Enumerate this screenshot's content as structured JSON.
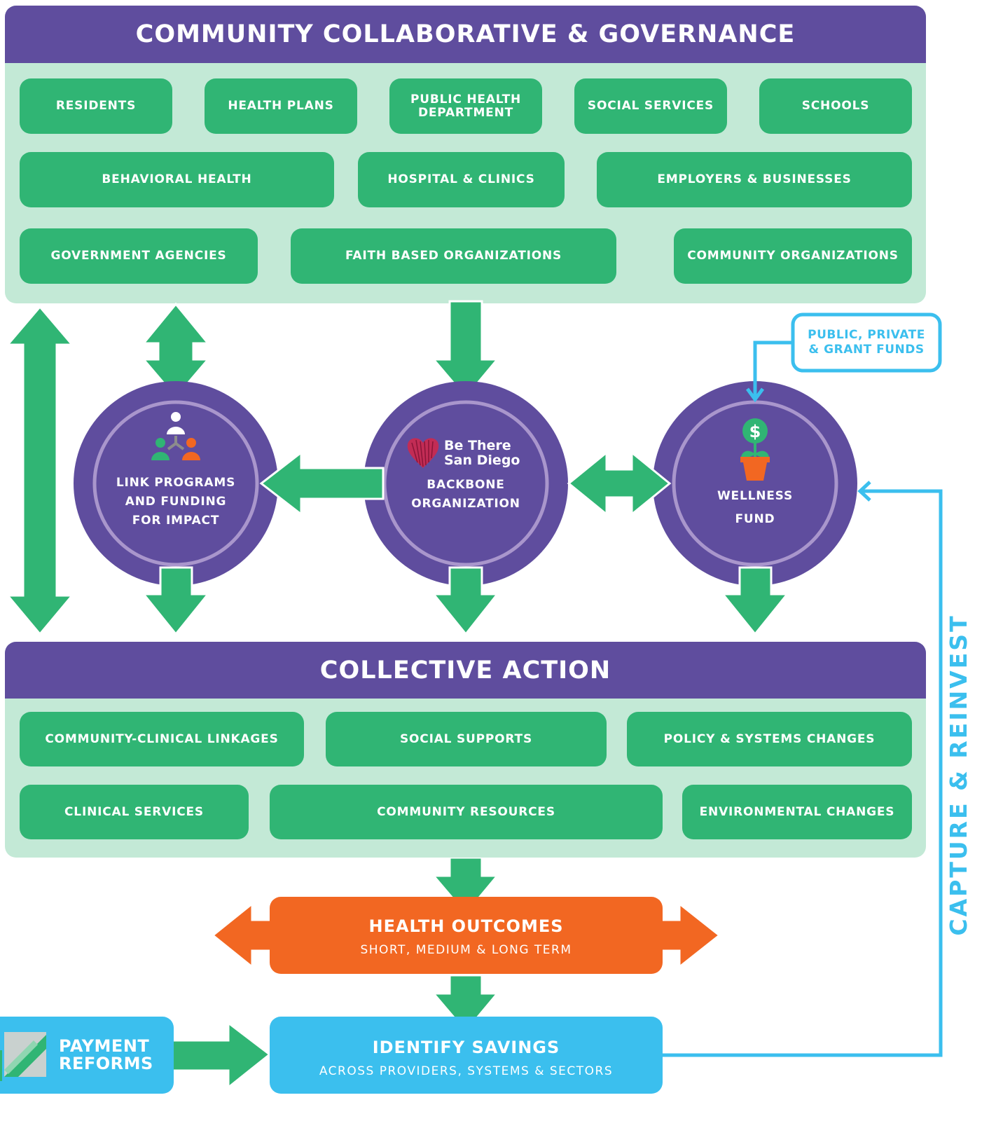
{
  "governance": {
    "title": "COMMUNITY COLLABORATIVE & GOVERNANCE",
    "row1": [
      "RESIDENTS",
      "HEALTH PLANS",
      "PUBLIC HEALTH\nDEPARTMENT",
      "SOCIAL SERVICES",
      "SCHOOLS"
    ],
    "row2": [
      "BEHAVIORAL HEALTH",
      "HOSPITAL & CLINICS",
      "EMPLOYERS & BUSINESSES"
    ],
    "row3": [
      "GOVERNMENT AGENCIES",
      "FAITH BASED ORGANIZATIONS",
      "COMMUNITY ORGANIZATIONS"
    ]
  },
  "circles": {
    "link": {
      "line1": "LINK PROGRAMS",
      "line2": "AND FUNDING",
      "line3": "FOR IMPACT"
    },
    "backbone": {
      "brand1": "Be There",
      "brand2": "San Diego",
      "line1": "BACKBONE",
      "line2": "ORGANIZATION"
    },
    "wellness": {
      "line1": "WELLNESS",
      "line2": "FUND"
    }
  },
  "funds_label": {
    "line1": "PUBLIC, PRIVATE",
    "line2": "& GRANT FUNDS"
  },
  "collective": {
    "title": "COLLECTIVE ACTION",
    "row1": [
      "COMMUNITY-CLINICAL LINKAGES",
      "SOCIAL SUPPORTS",
      "POLICY & SYSTEMS CHANGES"
    ],
    "row2": [
      "CLINICAL SERVICES",
      "COMMUNITY RESOURCES",
      "ENVIRONMENTAL CHANGES"
    ]
  },
  "health_outcomes": {
    "title": "HEALTH OUTCOMES",
    "subtitle": "SHORT, MEDIUM & LONG TERM"
  },
  "identify_savings": {
    "title": "IDENTIFY SAVINGS",
    "subtitle": "ACROSS PROVIDERS, SYSTEMS & SECTORS"
  },
  "payment_reforms": {
    "line1": "PAYMENT",
    "line2": "REFORMS"
  },
  "side_label": "CAPTURE & REINVEST",
  "icons": [
    "people-network-icon",
    "heart-logo-icon",
    "money-plant-icon",
    "payment-reform-icon"
  ],
  "colors": {
    "purple": "#5f4d9e",
    "green": "#30b574",
    "mint": "#c3e9d6",
    "orange": "#f26722",
    "blue": "#3bbfee",
    "ring": "#a996cc"
  }
}
